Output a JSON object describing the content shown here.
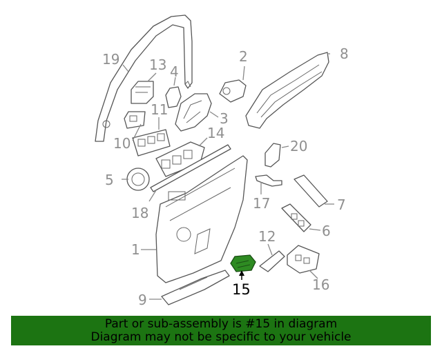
{
  "diagram": {
    "callouts": [
      {
        "id": "1",
        "label": "1"
      },
      {
        "id": "2",
        "label": "2"
      },
      {
        "id": "3",
        "label": "3"
      },
      {
        "id": "4",
        "label": "4"
      },
      {
        "id": "5",
        "label": "5"
      },
      {
        "id": "6",
        "label": "6"
      },
      {
        "id": "7",
        "label": "7"
      },
      {
        "id": "8",
        "label": "8"
      },
      {
        "id": "9",
        "label": "9"
      },
      {
        "id": "10",
        "label": "10"
      },
      {
        "id": "11",
        "label": "11"
      },
      {
        "id": "12",
        "label": "12"
      },
      {
        "id": "13",
        "label": "13"
      },
      {
        "id": "14",
        "label": "14"
      },
      {
        "id": "15",
        "label": "15"
      },
      {
        "id": "16",
        "label": "16"
      },
      {
        "id": "17",
        "label": "17"
      },
      {
        "id": "18",
        "label": "18"
      },
      {
        "id": "19",
        "label": "19"
      },
      {
        "id": "20",
        "label": "20"
      }
    ],
    "highlighted_part": "15",
    "highlight_color": "#2e8b22"
  },
  "banner": {
    "line1": "Part or sub-assembly is #15 in diagram",
    "line2": "Diagram may not be specific to your vehicle",
    "background_color": "#1c7412"
  }
}
